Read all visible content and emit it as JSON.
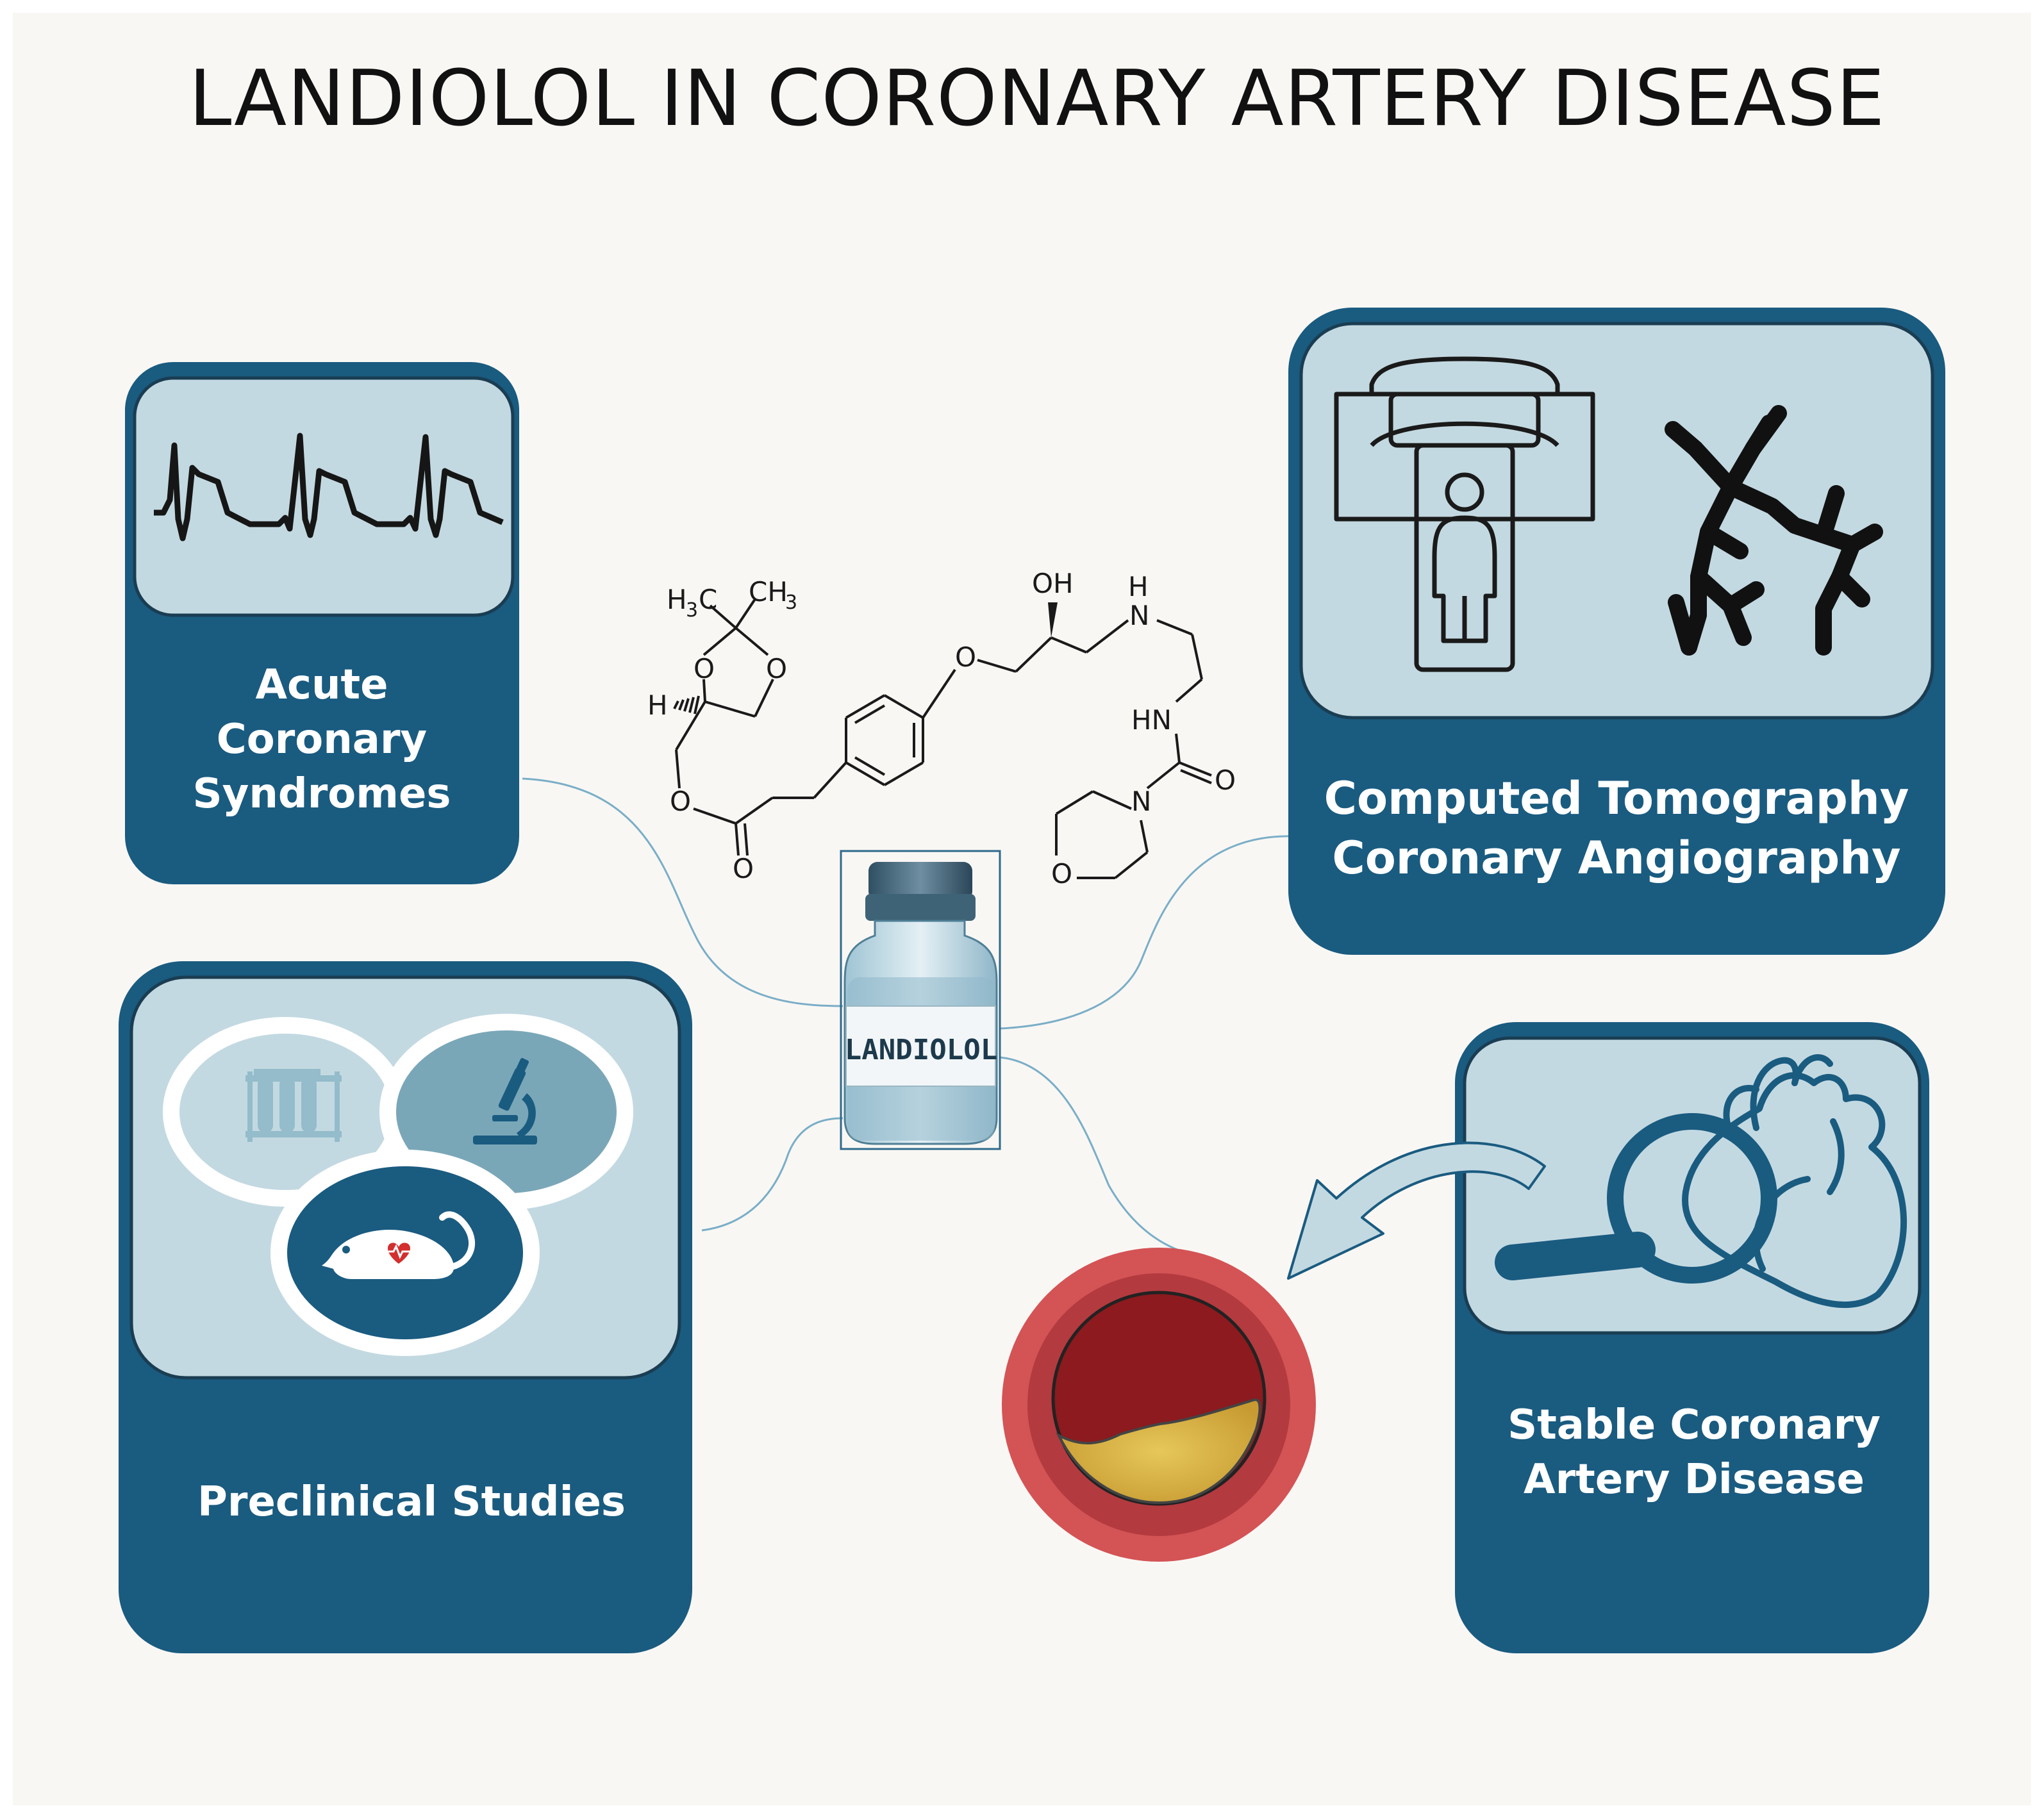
{
  "title": "LANDIOLOL IN CORONARY ARTERY DISEASE",
  "cards": {
    "acs": {
      "lines": [
        "Acute",
        "Coronary",
        "Syndromes"
      ]
    },
    "ctca": {
      "lines": [
        "Computed Tomography",
        "Coronary Angiography"
      ]
    },
    "preclinical": {
      "lines": [
        "Preclinical Studies"
      ]
    },
    "scad": {
      "lines": [
        "Stable Coronary",
        "Artery Disease"
      ]
    }
  },
  "vial_label": "LANDIOLOL",
  "molecule": {
    "atoms": {
      "h3c": "H",
      "h3c_sub": "3",
      "h3c_c": "C",
      "ch3": "CH",
      "ch3_sub": "3",
      "o_ring1": "O",
      "o_ring2": "O",
      "h_stereo": "H",
      "o_ester": "O",
      "o_carbonyl": "O",
      "o_ether": "O",
      "oh": "OH",
      "n_amine": "N",
      "h_amine": "H",
      "hn": "HN",
      "o_urea": "O",
      "n_morph": "N",
      "o_morph": "O"
    }
  },
  "colors": {
    "background": "#f9f7f4",
    "card_dark": "#1a5b80",
    "card_light": "#c3d9e1",
    "icon_dark": "#1a5b80",
    "icon_medium": "#7aa7b8",
    "artery_outer": "#d45355",
    "artery_lumen": "#8c1a1e",
    "plaque": "#d8b54a"
  }
}
